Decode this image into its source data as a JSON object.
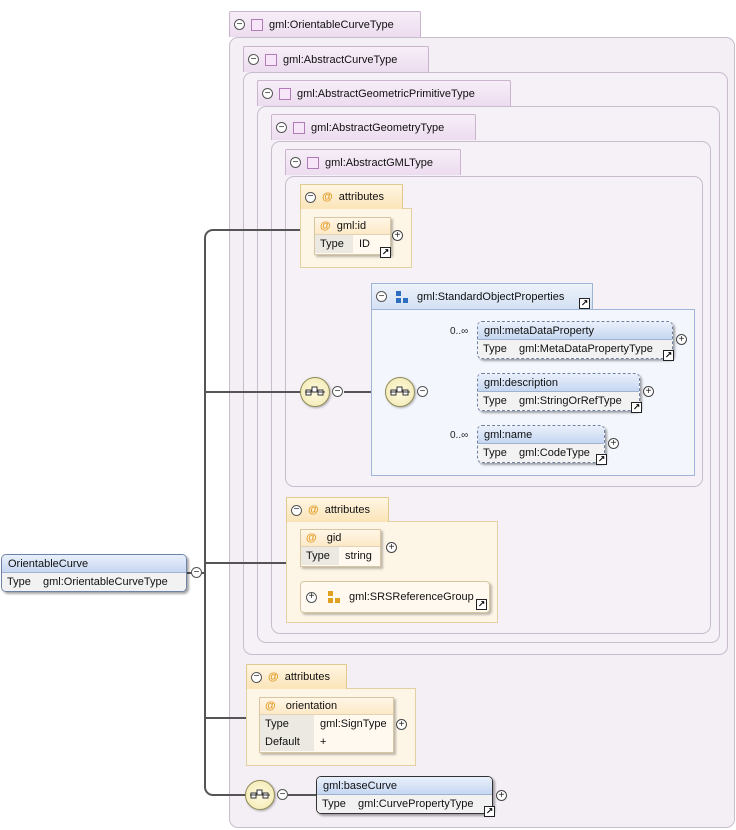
{
  "root": {
    "name": "OrientableCurve",
    "type_key": "Type",
    "type_value": "gml:OrientableCurveType"
  },
  "type_tabs": {
    "orientable": "gml:OrientableCurveType",
    "abstract_curve": "gml:AbstractCurveType",
    "abstract_geometric_primitive": "gml:AbstractGeometricPrimitiveType",
    "abstract_geometry": "gml:AbstractGeometryType",
    "abstract_gml": "gml:AbstractGMLType"
  },
  "attribute_groups": {
    "label": "attributes",
    "gml_id": {
      "name": "gml:id",
      "type_key": "Type",
      "type_value": "ID"
    },
    "gid": {
      "name": "gid",
      "type_key": "Type",
      "type_value": "string"
    },
    "srs_group": "gml:SRSReferenceGroup",
    "orientation": {
      "name": "orientation",
      "type_key": "Type",
      "type_value": "gml:SignType",
      "default_key": "Default",
      "default_value": "+"
    }
  },
  "standard_props": {
    "title": "gml:StandardObjectProperties",
    "elements": [
      {
        "name": "gml:metaDataProperty",
        "type_key": "Type",
        "type_value": "gml:MetaDataPropertyType",
        "card": "0..∞"
      },
      {
        "name": "gml:description",
        "type_key": "Type",
        "type_value": "gml:StringOrRefType",
        "card": ""
      },
      {
        "name": "gml:name",
        "type_key": "Type",
        "type_value": "gml:CodeType",
        "card": "0..∞"
      }
    ]
  },
  "base_curve": {
    "name": "gml:baseCurve",
    "type_key": "Type",
    "type_value": "gml:CurvePropertyType"
  },
  "icons": {
    "collapse": "minus-toggle-icon",
    "expand": "plus-toggle-icon",
    "sequence": "sequence-compositor-icon",
    "link": "type-link-icon",
    "attribute": "attribute-at-icon"
  },
  "glyphs": {
    "minus": "−",
    "plus": "+",
    "at": "@",
    "link": "↗"
  },
  "colors": {
    "type_frame": "#f4eef5",
    "element_header": "#c6d7f1",
    "attribute_group": "#fdf5e6",
    "attribute_accent": "#e29a21",
    "group_icon": "#2f6fc1",
    "attr_group_icon": "#e0a020"
  }
}
